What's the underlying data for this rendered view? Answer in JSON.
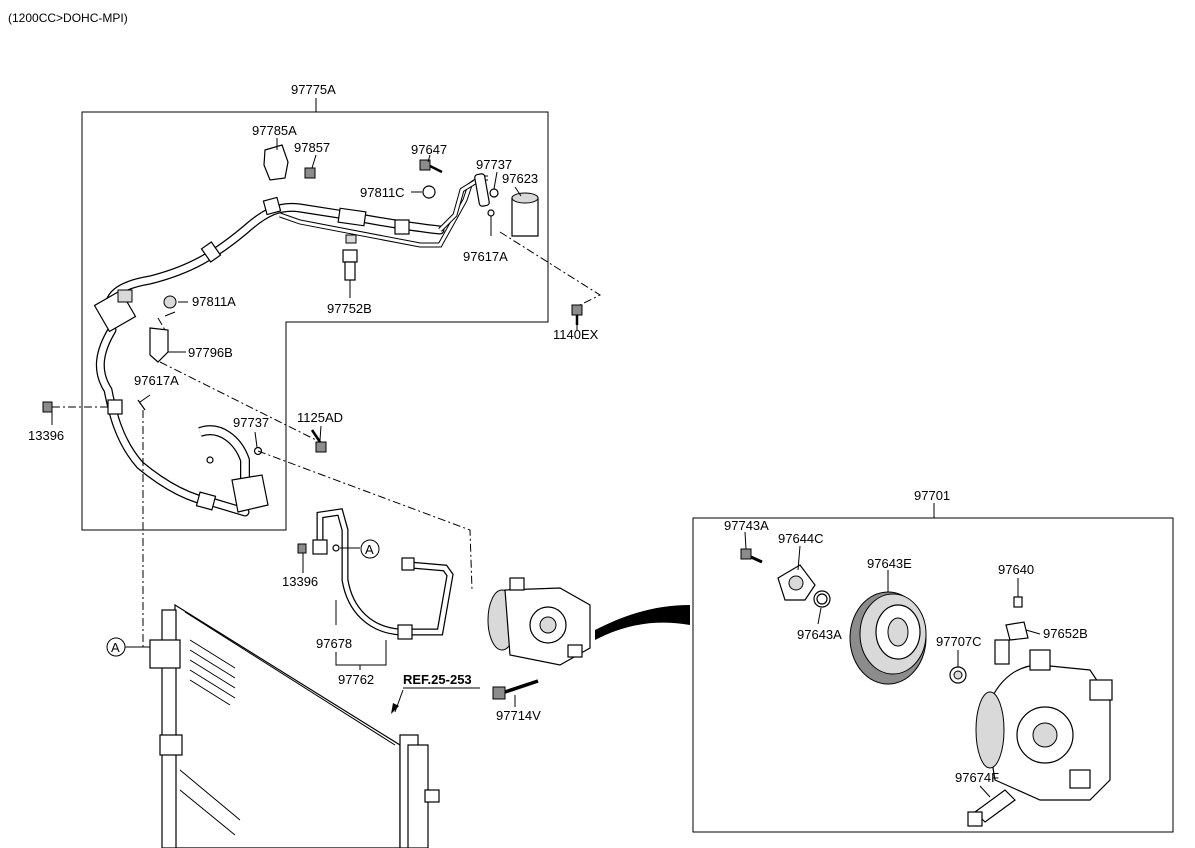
{
  "header": {
    "engine_spec": "(1200CC>DOHC-MPI)"
  },
  "groups": {
    "pipe_assembly": "97775A",
    "compressor_assembly": "97701"
  },
  "parts": {
    "p97785A": "97785A",
    "p97857": "97857",
    "p97647": "97647",
    "p97737_top": "97737",
    "p97623": "97623",
    "p97811C": "97811C",
    "p97617A_top": "97617A",
    "p97752B": "97752B",
    "p97811A": "97811A",
    "p97796B": "97796B",
    "p97617A_left": "97617A",
    "p13396_left": "13396",
    "p97737_mid": "97737",
    "p1125AD": "1125AD",
    "p1140EX": "1140EX",
    "p13396_mid": "13396",
    "p97678": "97678",
    "p97762": "97762",
    "p97714V": "97714V",
    "p97743A": "97743A",
    "p97644C": "97644C",
    "p97643E": "97643E",
    "p97640": "97640",
    "p97643A": "97643A",
    "p97707C": "97707C",
    "p97652B": "97652B",
    "p97674F": "97674F"
  },
  "callouts": {
    "a1": "A",
    "a2": "A"
  },
  "reference": "REF.25-253"
}
